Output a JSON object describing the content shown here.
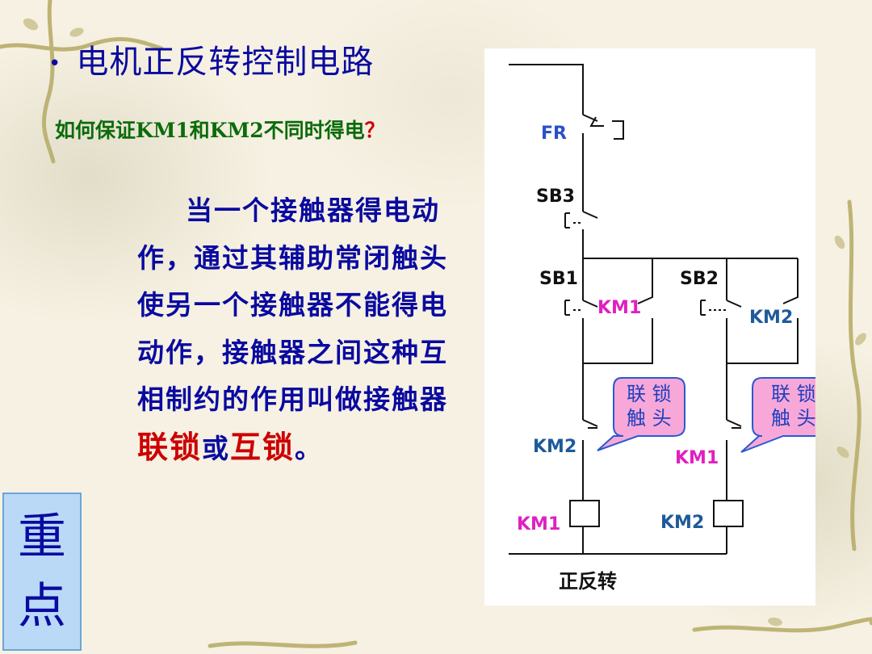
{
  "slide": {
    "title": "电机正反转控制电路",
    "question_text": "如何保证KM1和KM2不同时得电",
    "question_mark": "？",
    "body_part1": "当一个接触器得电动作，通过其辅助常闭触头使另一个接触器不能得电动作，接触器之间这种互相制约的作用叫做接触器",
    "body_red1": "联锁",
    "body_mid": "或",
    "body_red2": "互锁",
    "body_end": "。",
    "key_label": "重点"
  },
  "diagram": {
    "FR": "FR",
    "SB3": "SB3",
    "SB1": "SB1",
    "SB2": "SB2",
    "KM1_aux": "KM1",
    "KM2_aux": "KM2",
    "KM2_nc": "KM2",
    "KM1_nc": "KM1",
    "KM1_coil": "KM1",
    "KM2_coil": "KM2",
    "callout1_line1": "联 锁",
    "callout1_line2": "触 头",
    "callout2_line1": "联 锁",
    "callout2_line2": "触 头",
    "caption": "正反转"
  },
  "colors": {
    "title": "#0a0aa0",
    "question": "#0b6b0b",
    "red": "#cc0000",
    "label_blue": "#1e5a9a",
    "label_magenta": "#e020c0",
    "callout_fill": "#f7a8d8",
    "callout_stroke": "#2a5ad0"
  }
}
